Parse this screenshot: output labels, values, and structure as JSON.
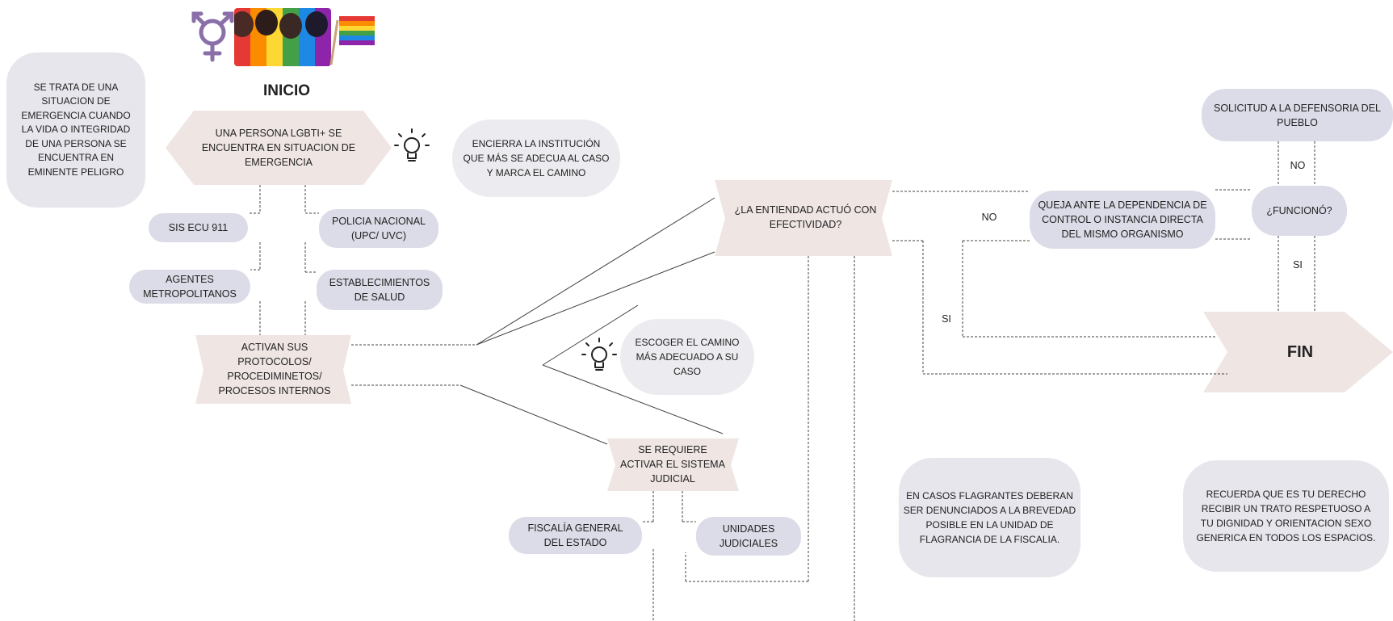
{
  "flowchart": {
    "inicio": "INICIO",
    "emergencia_def": "SE TRATA DE UNA\nSITUACION DE\nEMERGENCIA CUANDO\nLA VIDA O INTEGRIDAD\nDE UNA PERSONA SE\nENCUENTRA EN\nEMINENTE PELIGRO",
    "start_node": "UNA PERSONA LGBTI+ SE\nENCUENTRA EN SITUACION DE\nEMERGENCIA",
    "tip1": "ENCIERRA LA INSTITUCIÓN\nQUE MÁS SE ADECUA AL CASO\nY MARCA EL CAMINO",
    "sis_ecu": "SIS ECU 911",
    "policia": "POLICIA NACIONAL\n(UPC/ UVC)",
    "agentes": "AGENTES\nMETROPOLITANOS",
    "salud": "ESTABLECIMIENTOS\nDE SALUD",
    "activan": "ACTIVAN SUS\nPROTOCOLOS/\nPROCEDIMINETOS/\nPROCESOS INTERNOS",
    "decision1": "¿LA ENTIENDAD ACTUÓ CON\nEFECTIVIDAD?",
    "no1": "NO",
    "si1": "SI",
    "queja": "QUEJA ANTE LA DEPENDENCIA DE\nCONTROL O INSTANCIA DIRECTA\nDEL MISMO ORGANISMO",
    "funciono": "¿FUNCIONÓ?",
    "no2": "NO",
    "si2": "SI",
    "defensoria": "SOLICITUD A LA DEFENSORIA DEL\nPUEBLO",
    "fin": "FIN",
    "tip2": "ESCOGER EL CAMINO\nMÁS ADECUADO A SU\nCASO",
    "judicial": "SE REQUIERE\nACTIVAR EL SISTEMA\nJUDICIAL",
    "fiscalia": "FISCALÍA GENERAL\nDEL ESTADO",
    "unidades": "UNIDADES\nJUDICIALES",
    "flagrantes": "EN CASOS FLAGRANTES DEBERAN\nSER DENUNCIADOS A LA BREVEDAD\nPOSIBLE EN LA UNIDAD DE\nFLAGRANCIA DE LA FISCALIA.",
    "recuerda": "RECUERDA QUE ES TU DERECHO\nRECIBIR UN TRATO RESPETUOSO A\nTU DIGNIDAD Y ORIENTACION SEXO\nGENERICA EN TODOS LOS ESPACIOS."
  },
  "colors": {
    "shape_fill": "#efe6e4",
    "pill_fill": "#dcdce8",
    "line": "#444444",
    "rainbow": [
      "#e53935",
      "#fb8c00",
      "#fdd835",
      "#43a047",
      "#1e88e5",
      "#8e24aa"
    ],
    "symbol": "#8a6fa8"
  },
  "icons": [
    "gender-symbol-icon",
    "diverse-people-icon",
    "pride-flag-icon",
    "lightbulb-icon"
  ]
}
